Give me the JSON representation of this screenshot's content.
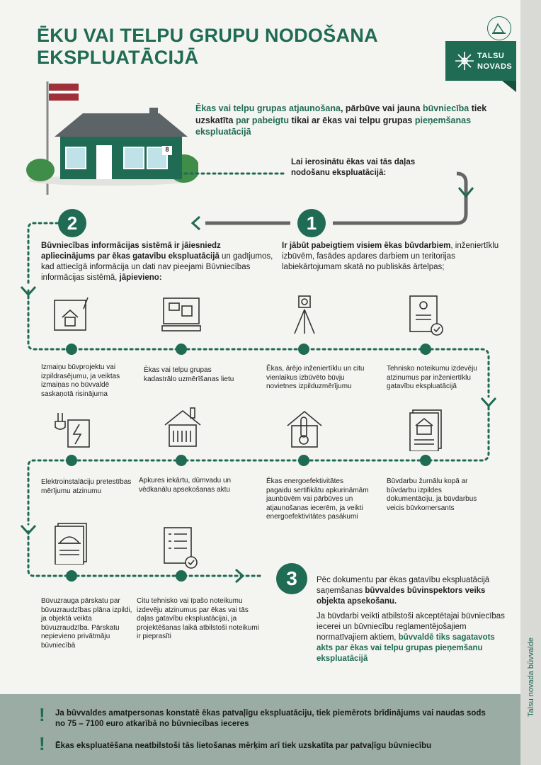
{
  "title": "ĒKU VAI TELPU GRUPU NODOŠANA EKSPLUATĀCIJĀ",
  "logo": {
    "line1": "TALSU",
    "line2": "NOVADS"
  },
  "house_number": "8",
  "intro": {
    "p1": "Ēkas vai telpu grupas atjaunošana",
    "p2": ", pārbūve vai jauna ",
    "p3": "būvniecība",
    "p4": " tiek uzskatīta ",
    "p5": "par pabeigtu",
    "p6": " tikai ar ēkas vai telpu grupas ",
    "p7": "pieņemšanas ekspluatācijā"
  },
  "subintro": "Lai ierosinātu ēkas vai tās daļas nodošanu ekspluatācijā:",
  "steps": [
    {
      "num": "1",
      "bold": "Ir jābūt pabeigtiem visiem ēkas būvdarbiem",
      "rest": ", inženiertīklu izbūvēm, fasādes apdares darbiem un teritorijas labiekārtojumam skatā no publiskās ārtelpas;"
    },
    {
      "num": "2",
      "bold": "Būvniecības informācijas sistēmā ir jāiesniedz apliecinājums par ēkas gatavību ekspluatācijā",
      "rest": " un gadījumos, kad attiecīgā informācija un dati nav pieejami Būvniecības informācijas sistēmā, ",
      "bold2": "jāpievieno:"
    },
    {
      "num": "3",
      "p1": "Pēc dokumentu par ēkas gatavību ekspluatācijā saņemšanas ",
      "p1b": "būvvaldes būvinspektors veiks objekta apsekošanu.",
      "p2": "Ja būvdarbi veikti atbilstoši akceptētajai būvniecības iecerei un būvniecību reglamentējošajiem normatīvajiem aktiem, ",
      "p2b": "būvvaldē tiks sagatavots akts par ēkas vai telpu grupas pieņemšanu ekspluatācijā"
    }
  ],
  "items": [
    "Izmaiņu būvprojektu vai izpildrasējumu, ja veiktas izmaiņas no būvvaldē saskaņotā risinājuma",
    "Ēkas vai telpu grupas kadastrālo uzmērīšanas lietu",
    "Ēkas, ārējo inženiertīklu un citu vienlaikus izbūvēto būvju novietnes izpilduzmērījumu",
    "Tehnisko noteikumu izdevēju atzinumus par inženiertīklu gatavību ekspluatācijā",
    "Elektroinstalāciju pretestības mērījumu atzinumu",
    "Apkures iekārtu, dūmvadu un vēdkanālu apsekošanas aktu",
    "Ēkas energoefektivitātes pagaidu sertifikātu apkurināmām jaunbūvēm vai pārbūves un atjaunošanas iecerēm, ja veikti energoefektivitātes pasākumi",
    "Būvdarbu žurnālu kopā ar būvdarbu izpildes dokumentāciju, ja būvdarbus veicis būvkomersants",
    "Būvuzrauga pārskatu par būvuzraudzības plāna izpildi, ja objektā veikta būvuzraudzība. Pārskatu nepievieno privātmāju būvniecībā",
    "Citu tehnisko vai īpašo noteikumu izdevēju atzinumus par ēkas vai tās daļas gatavību ekspluatācijai, ja projektēšanas laikā atbilstoši noteikumi ir pieprasīti"
  ],
  "warnings": [
    "Ja būvvaldes amatpersonas konstatē ēkas patvaļīgu ekspluatāciju, tiek piemērots brīdinājums vai naudas sods no 75 – 7100 euro atkarībā no būvniecības ieceres",
    "Ēkas ekspluatēšana neatbilstoši tās lietošanas mērķim arī tiek uzskatīta par patvaļīgu būvniecību"
  ],
  "warning_mark": "!",
  "sidebar": "Talsu novada būvvalde",
  "colors": {
    "accent": "#1f6b54",
    "path": "#666666",
    "bottom": "#9aaca4"
  }
}
